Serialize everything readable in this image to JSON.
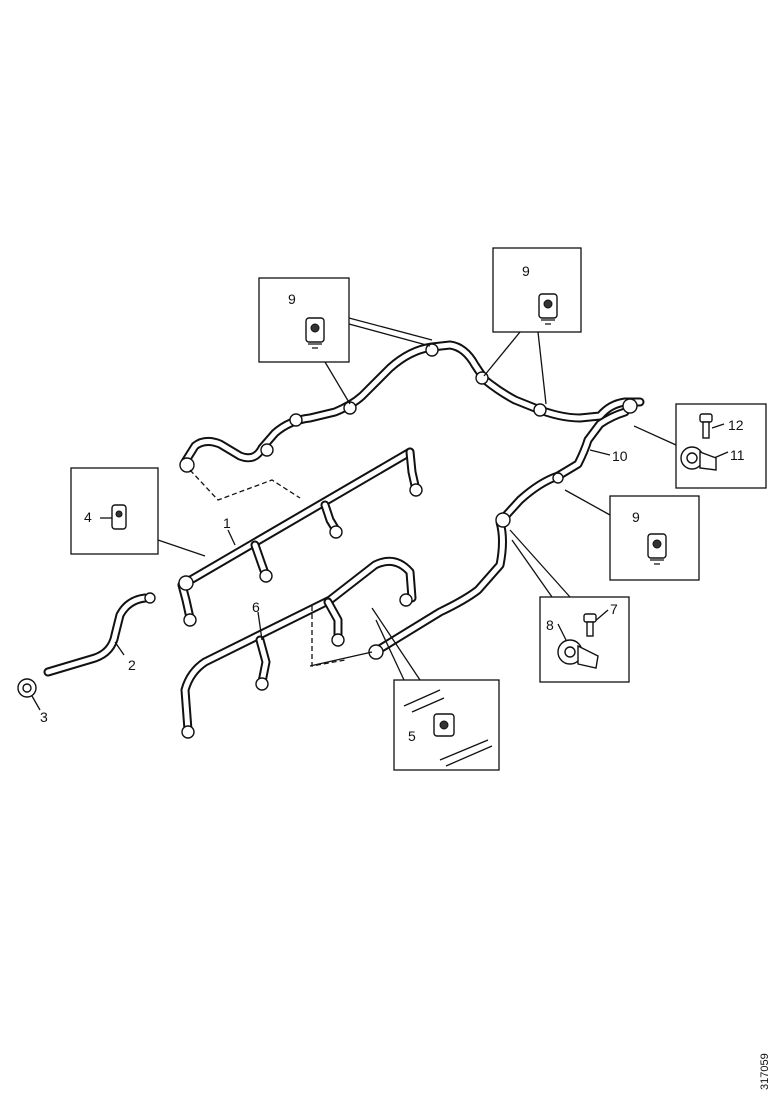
{
  "labels": {
    "p1": "1",
    "p2": "2",
    "p3": "3",
    "p4": "4",
    "p5": "5",
    "p6": "6",
    "p7": "7",
    "p8": "8",
    "p9a": "9",
    "p9b": "9",
    "p9c": "9",
    "p10": "10",
    "p11": "11",
    "p12": "12"
  },
  "document_number": "317059"
}
